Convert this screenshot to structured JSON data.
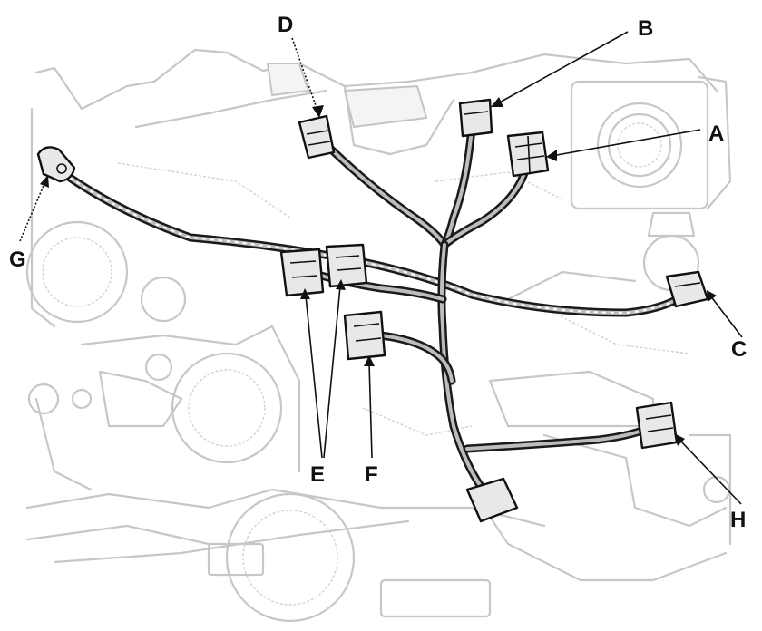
{
  "diagram": {
    "callouts": {
      "A": "A",
      "B": "B",
      "C": "C",
      "D": "D",
      "E": "E",
      "F": "F",
      "G": "G",
      "H": "H"
    }
  }
}
